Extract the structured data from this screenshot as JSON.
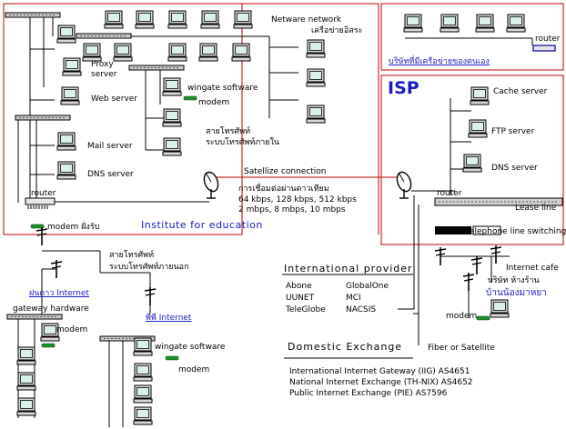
{
  "labels": {
    "netware": "Netware network",
    "netware_th": "เครือข่ายอิสระ",
    "proxy1": "Proxy",
    "proxy2": "server",
    "web": "Web server",
    "wingate_top": "wingate software",
    "modem_top": "modem",
    "internal_line1": "สายโทรศัพท์",
    "internal_line2": "ระบบโทรศัพท์ภายใน",
    "mail": "Mail server",
    "dns_left": "DNS server",
    "router_left": "router",
    "modem_receiver": "modem ฝั่งรับ",
    "institute": "Institute for education",
    "satellite": "Satellize connection",
    "sat_speed_th": "การเชื่อมต่อผ่านดาวเทียม",
    "sat_speed1": "64 kbps, 128 kbps, 512 kbps",
    "sat_speed2": "2 mbps, 8 mbps, 10 mbps",
    "router_top_right": "router",
    "company_own": "บริษัทที่มีเครือข่ายของตนเอง",
    "isp": "ISP",
    "cache": "Cache server",
    "ftp": "FTP server",
    "dns_isp": "DNS server",
    "router_isp": "router",
    "lease": "Lease line",
    "tel_switch": "Telephone line switching",
    "external_line1": "สายโทรศัพท์",
    "external_line2": "ระบบโทรศัพท์ภายนอก",
    "fandao": "ฝนดาว Internet",
    "gateway_hw": "gateway hardware",
    "modem_bl": "modem",
    "pp_internet": "พีพี Internet",
    "wingate_bottom": "wingate software",
    "modem_bm": "modem",
    "intl_provider": "International provider",
    "internet_cafe": "Internet cafe",
    "company_shop": "บริษัท ห้างร้าน",
    "home_users": "บ้านน้องมาหยา",
    "modem_br": "modem",
    "domestic": "Domestic Exchange",
    "fiber": "Fiber or Satellite"
  },
  "providers": [
    [
      "Abone",
      "GlobalOne"
    ],
    [
      "UUNET",
      "MCI"
    ],
    [
      "TeleGlobe",
      "NACSIS"
    ]
  ],
  "exchanges": [
    "International Internet Gateway (IIG) AS4651",
    "National Internet Exchange (TH-NIX) AS4652",
    "Public Internet Exchange (PIE) AS7596"
  ],
  "colors": {
    "network_line": "#c00000",
    "heading_blue": "#1a1ac8",
    "monitor_screen": "#d9f0ec"
  }
}
